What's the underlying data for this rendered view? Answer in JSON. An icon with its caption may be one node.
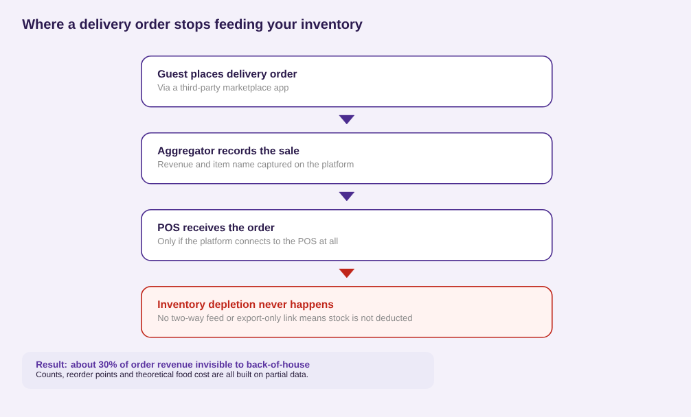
{
  "diagram": {
    "title": "Where a delivery order stops feeding your inventory",
    "nodes": [
      {
        "text": [
          "Guest places delivery order",
          "Via a third-party marketplace app"
        ]
      },
      {
        "text": [
          "Aggregator records the sale",
          "Revenue and item name captured on the platform"
        ]
      },
      {
        "text": [
          "POS receives the order",
          "Only if the platform connects to the POS at all"
        ]
      },
      {
        "text": [
          "Inventory depletion never happens",
          "No two-way feed or export-only link means stock is not deducted"
        ]
      },
      {
        "text": [
          "Result: about 30% of order revenue invisible to back-of-house",
          "Counts, reorder points and theoretical food cost are all built on partial data."
        ]
      }
    ],
    "edges": [
      {
        "from": 0,
        "to": 1,
        "arrow": "to"
      },
      {
        "from": 1,
        "to": 2,
        "arrow": "to"
      },
      {
        "from": 2,
        "to": 3,
        "arrow": "to",
        "color": "#c0261a"
      }
    ]
  }
}
